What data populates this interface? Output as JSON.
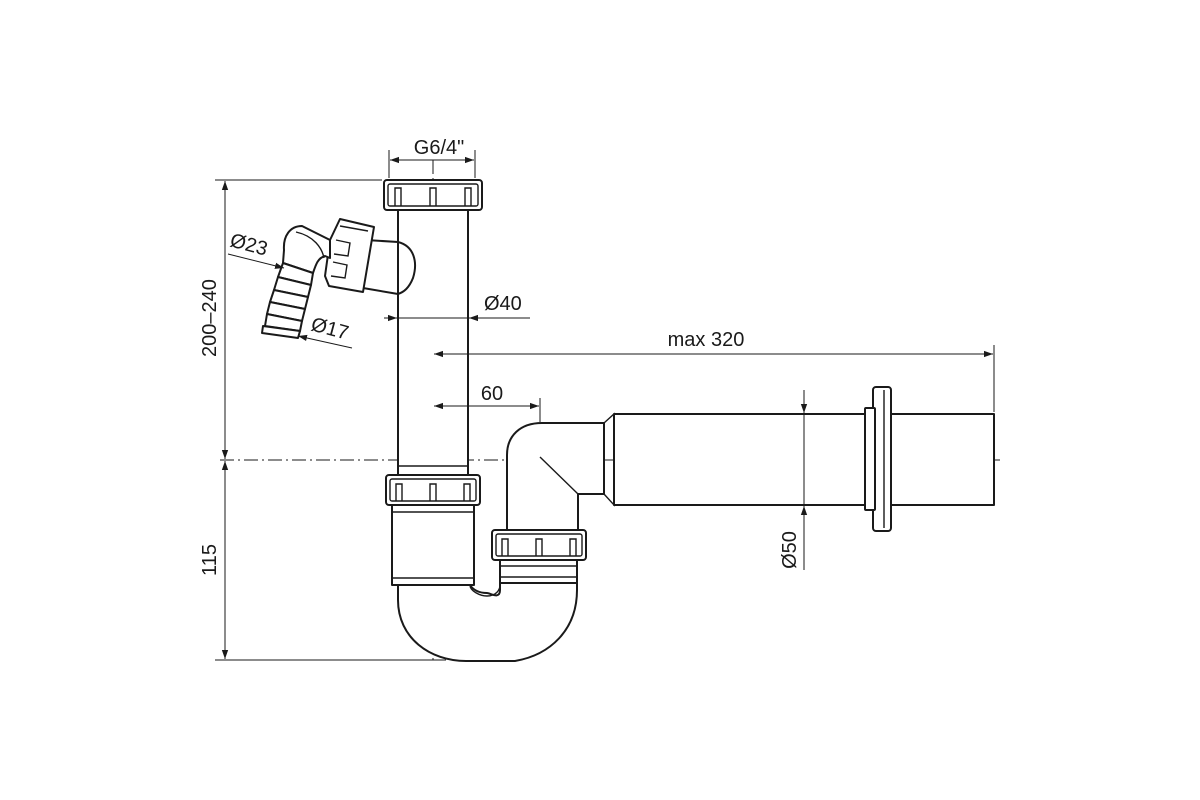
{
  "diagram": {
    "dimensions": {
      "thread": "G6/4\"",
      "outlet_hose_diameter": "Ø23",
      "hose_tip_diameter": "Ø17",
      "pipe_diameter": "Ø40",
      "height_range": "200–240",
      "max_length": "max 320",
      "offset": "60",
      "outlet_diameter": "Ø50",
      "bottom_height": "115"
    }
  }
}
